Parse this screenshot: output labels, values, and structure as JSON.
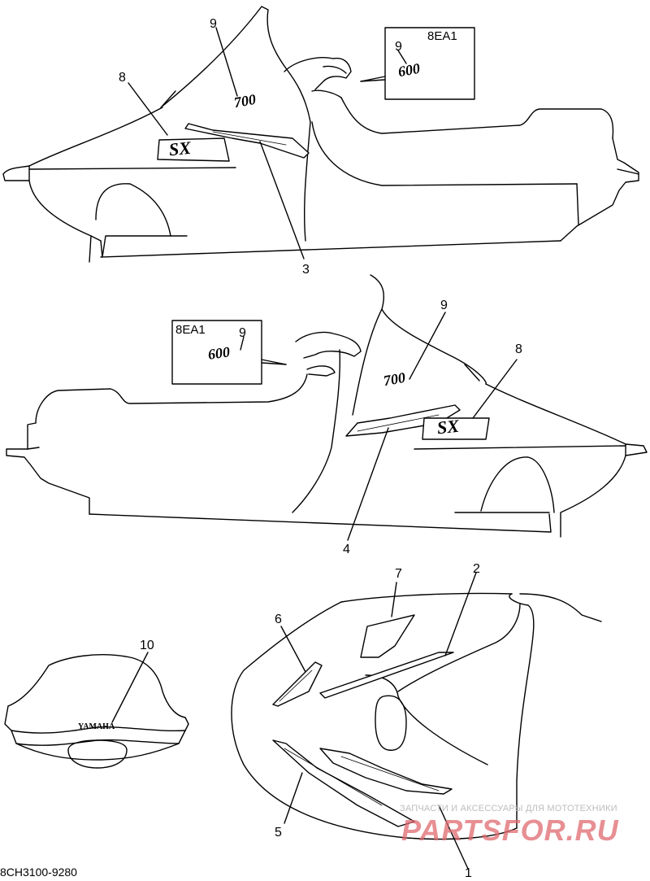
{
  "callouts": {
    "c1": "1",
    "c2": "2",
    "c3": "3",
    "c4": "4",
    "c5": "5",
    "c6": "6",
    "c7": "7",
    "c8_top": "8",
    "c8_mid": "8",
    "c9_top": "9",
    "c9_top_box": "9",
    "c9_mid": "9",
    "c9_mid_box": "9",
    "c10": "10"
  },
  "variant_boxes": {
    "top_code": "8EA1",
    "mid_code": "8EA1"
  },
  "decal_marks": {
    "num_700": "700",
    "num_600": "600",
    "sx_mark": "SX",
    "yamaha": "YAMAHA"
  },
  "diagram_code": "8CH3100-9280",
  "watermark": {
    "tagline": "ЗАПЧАСТИ И АКСЕССУАРЫ ДЛЯ МОТОТЕХНИКИ",
    "brand": "PARTSFOR.RU",
    "color": "#e06a70"
  }
}
